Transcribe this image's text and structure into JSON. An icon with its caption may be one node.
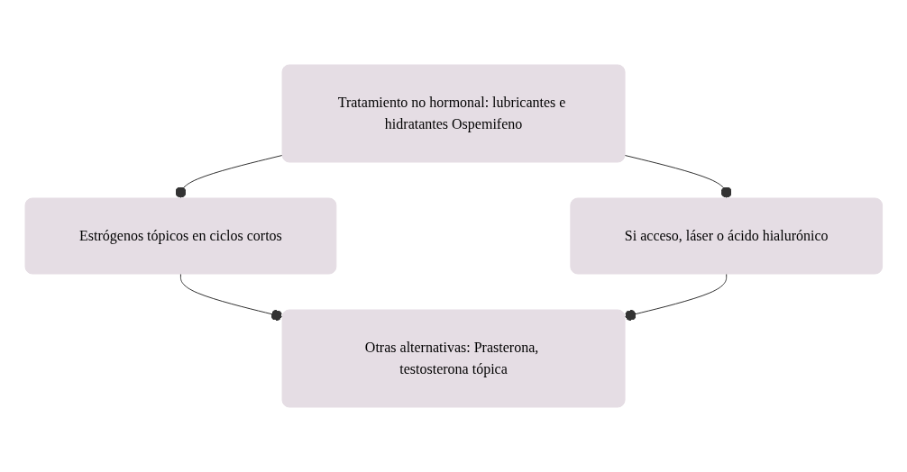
{
  "diagram": {
    "nodes": [
      {
        "text": [
          "Tratamiento no hormonal: lubricantes e hidratantes Ospemifeno"
        ]
      },
      {
        "text": [
          "Estrógenos tópicos en ciclos cortos"
        ]
      },
      {
        "text": [
          "Si acceso, láser o ácido hialurónico"
        ]
      },
      {
        "text": [
          "Otras alternativas: Prasterona, testosterona tópica"
        ]
      }
    ],
    "edges": [
      {
        "from": 0,
        "to": 1,
        "arrow": "other"
      },
      {
        "from": 0,
        "to": 2,
        "arrow": "other"
      },
      {
        "from": 1,
        "to": 3,
        "arrow": "other"
      },
      {
        "from": 2,
        "to": 3,
        "arrow": "other"
      }
    ]
  }
}
